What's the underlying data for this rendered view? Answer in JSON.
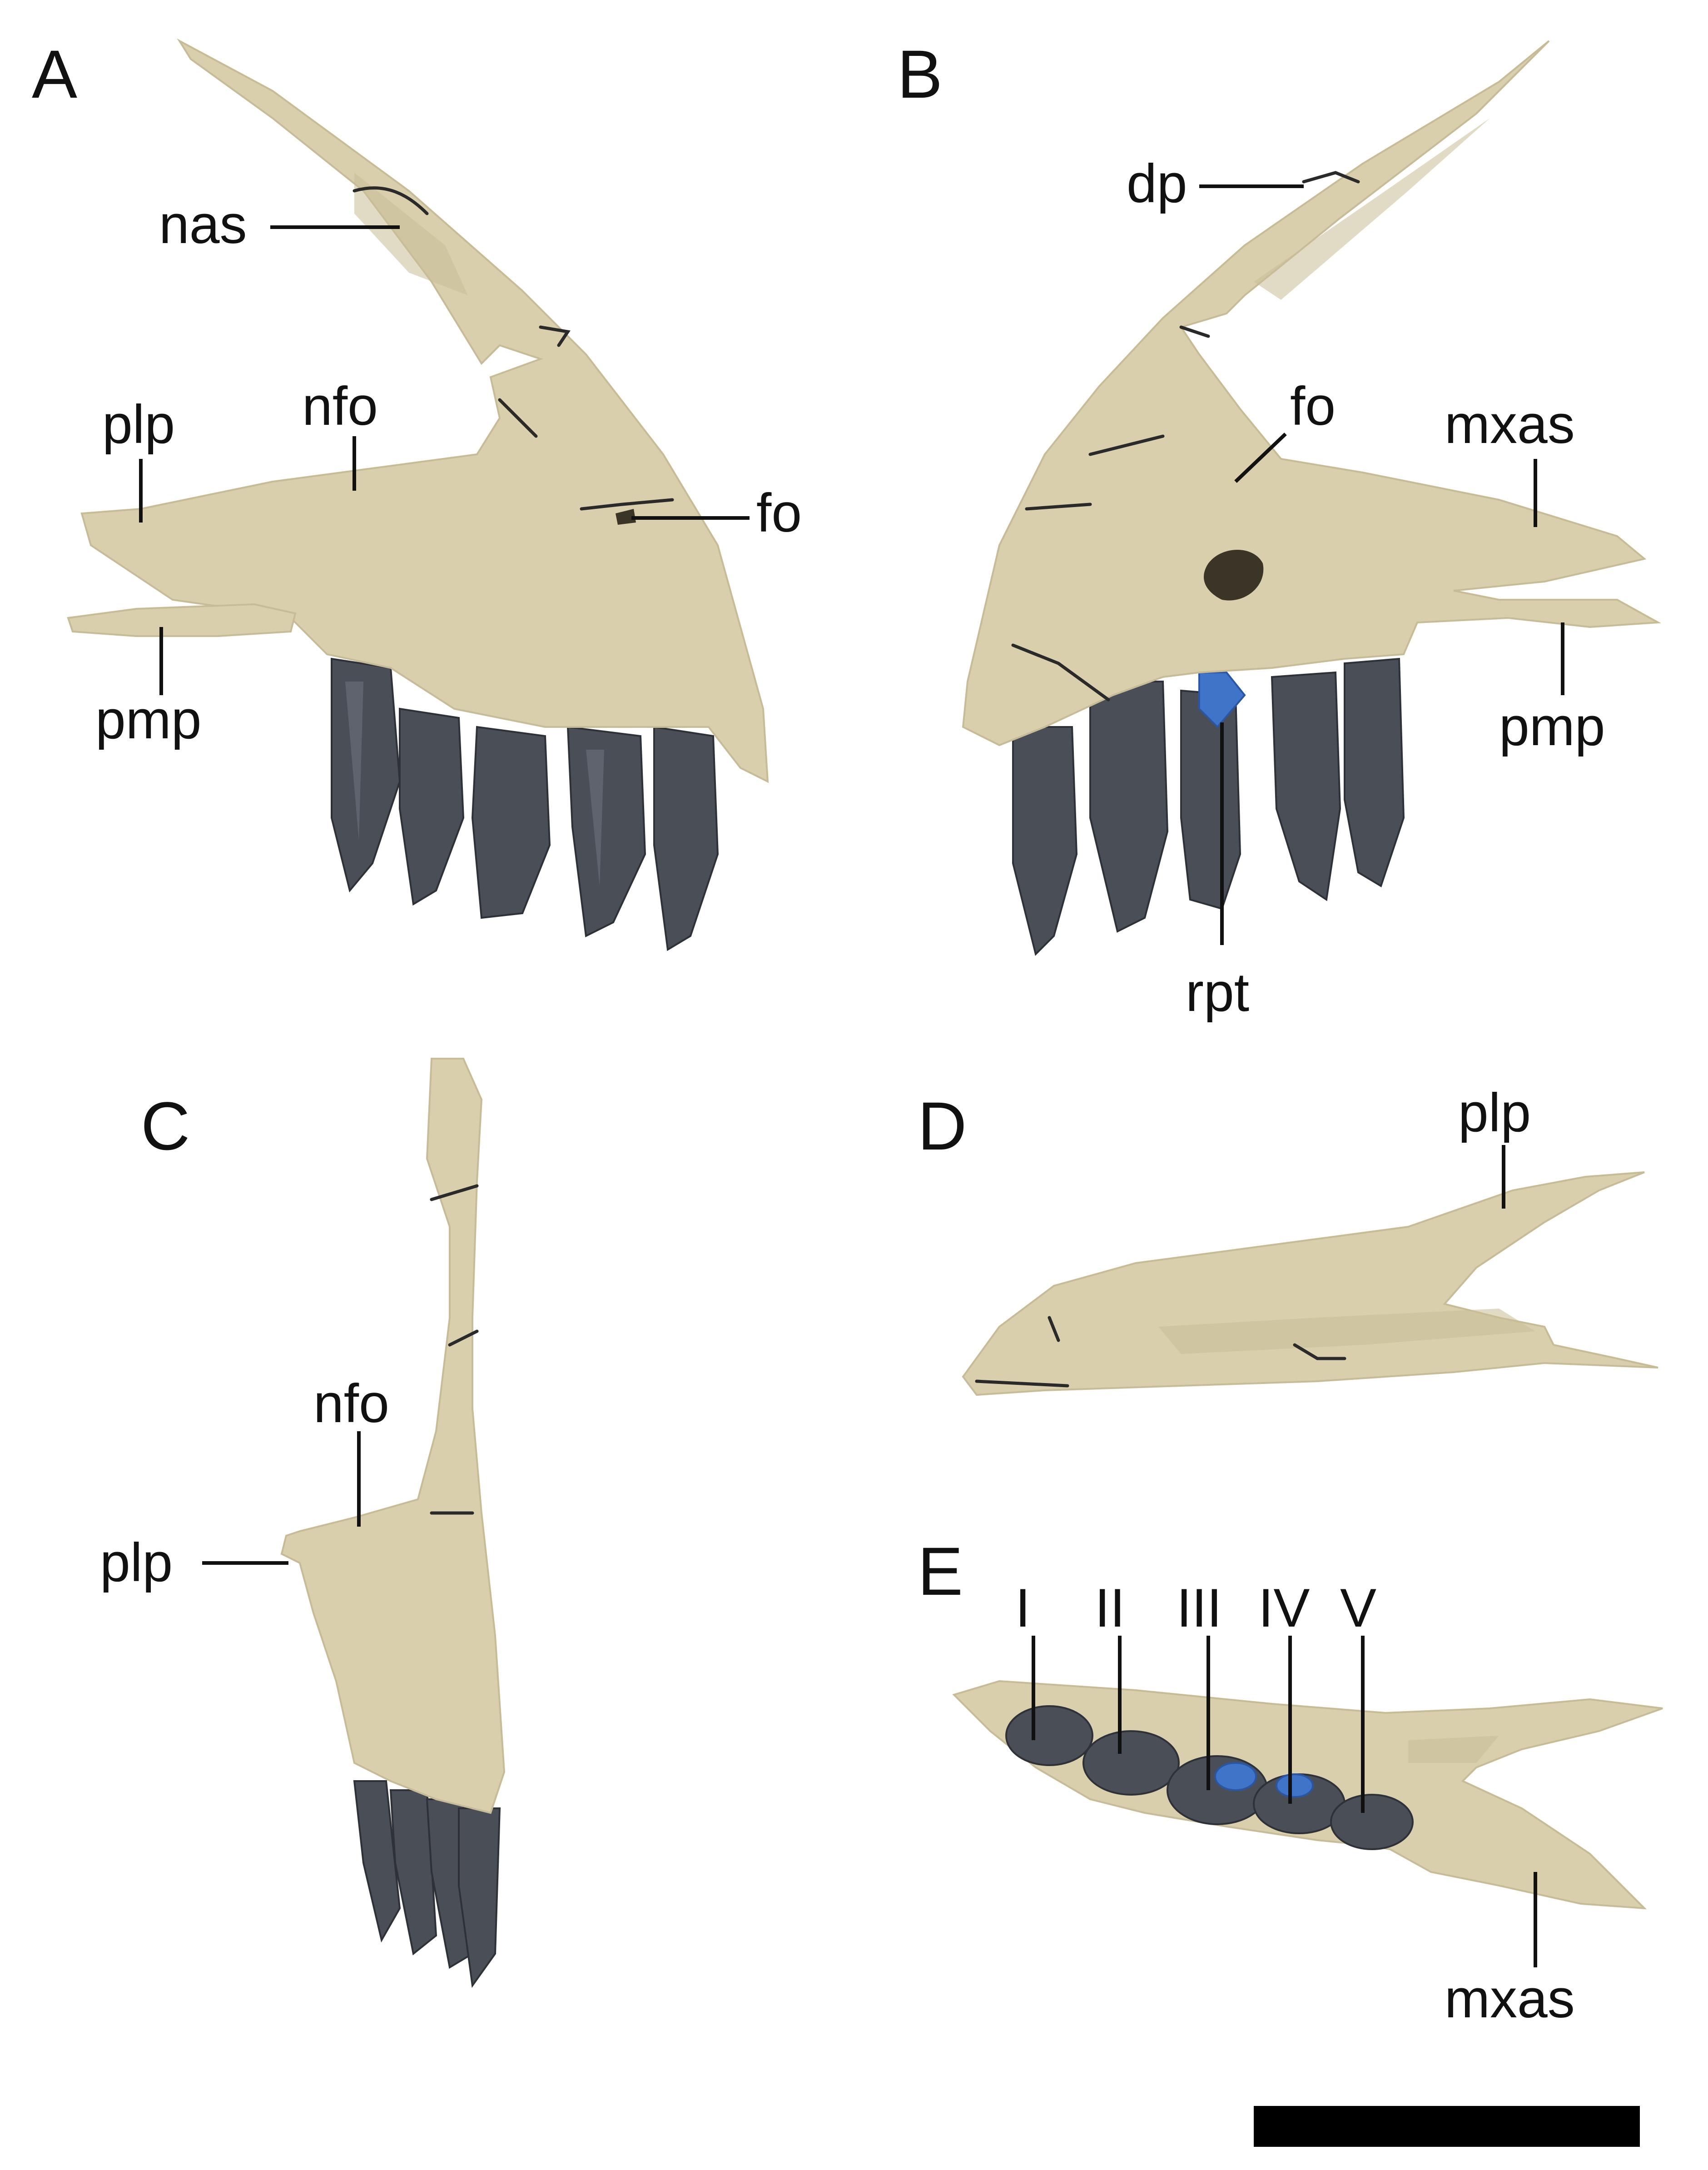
{
  "panels": {
    "A": {
      "letter": "A",
      "labels": {
        "nas": "nas",
        "nfo": "nfo",
        "plp": "plp",
        "fo": "fo",
        "pmp": "pmp"
      }
    },
    "B": {
      "letter": "B",
      "labels": {
        "dp": "dp",
        "fo": "fo",
        "mxas": "mxas",
        "pmp": "pmp",
        "rpt": "rpt"
      }
    },
    "C": {
      "letter": "C",
      "labels": {
        "nfo": "nfo",
        "plp": "plp"
      }
    },
    "D": {
      "letter": "D",
      "labels": {
        "plp": "plp"
      }
    },
    "E": {
      "letter": "E",
      "labels": {
        "I": "I",
        "II": "II",
        "III": "III",
        "IV": "IV",
        "V": "V",
        "mxas": "mxas"
      }
    }
  },
  "colors": {
    "bone": "#d9cfad",
    "tooth": "#4a4f57",
    "replacement_tooth": "#3f74c9",
    "scale_bar": "#000000"
  }
}
